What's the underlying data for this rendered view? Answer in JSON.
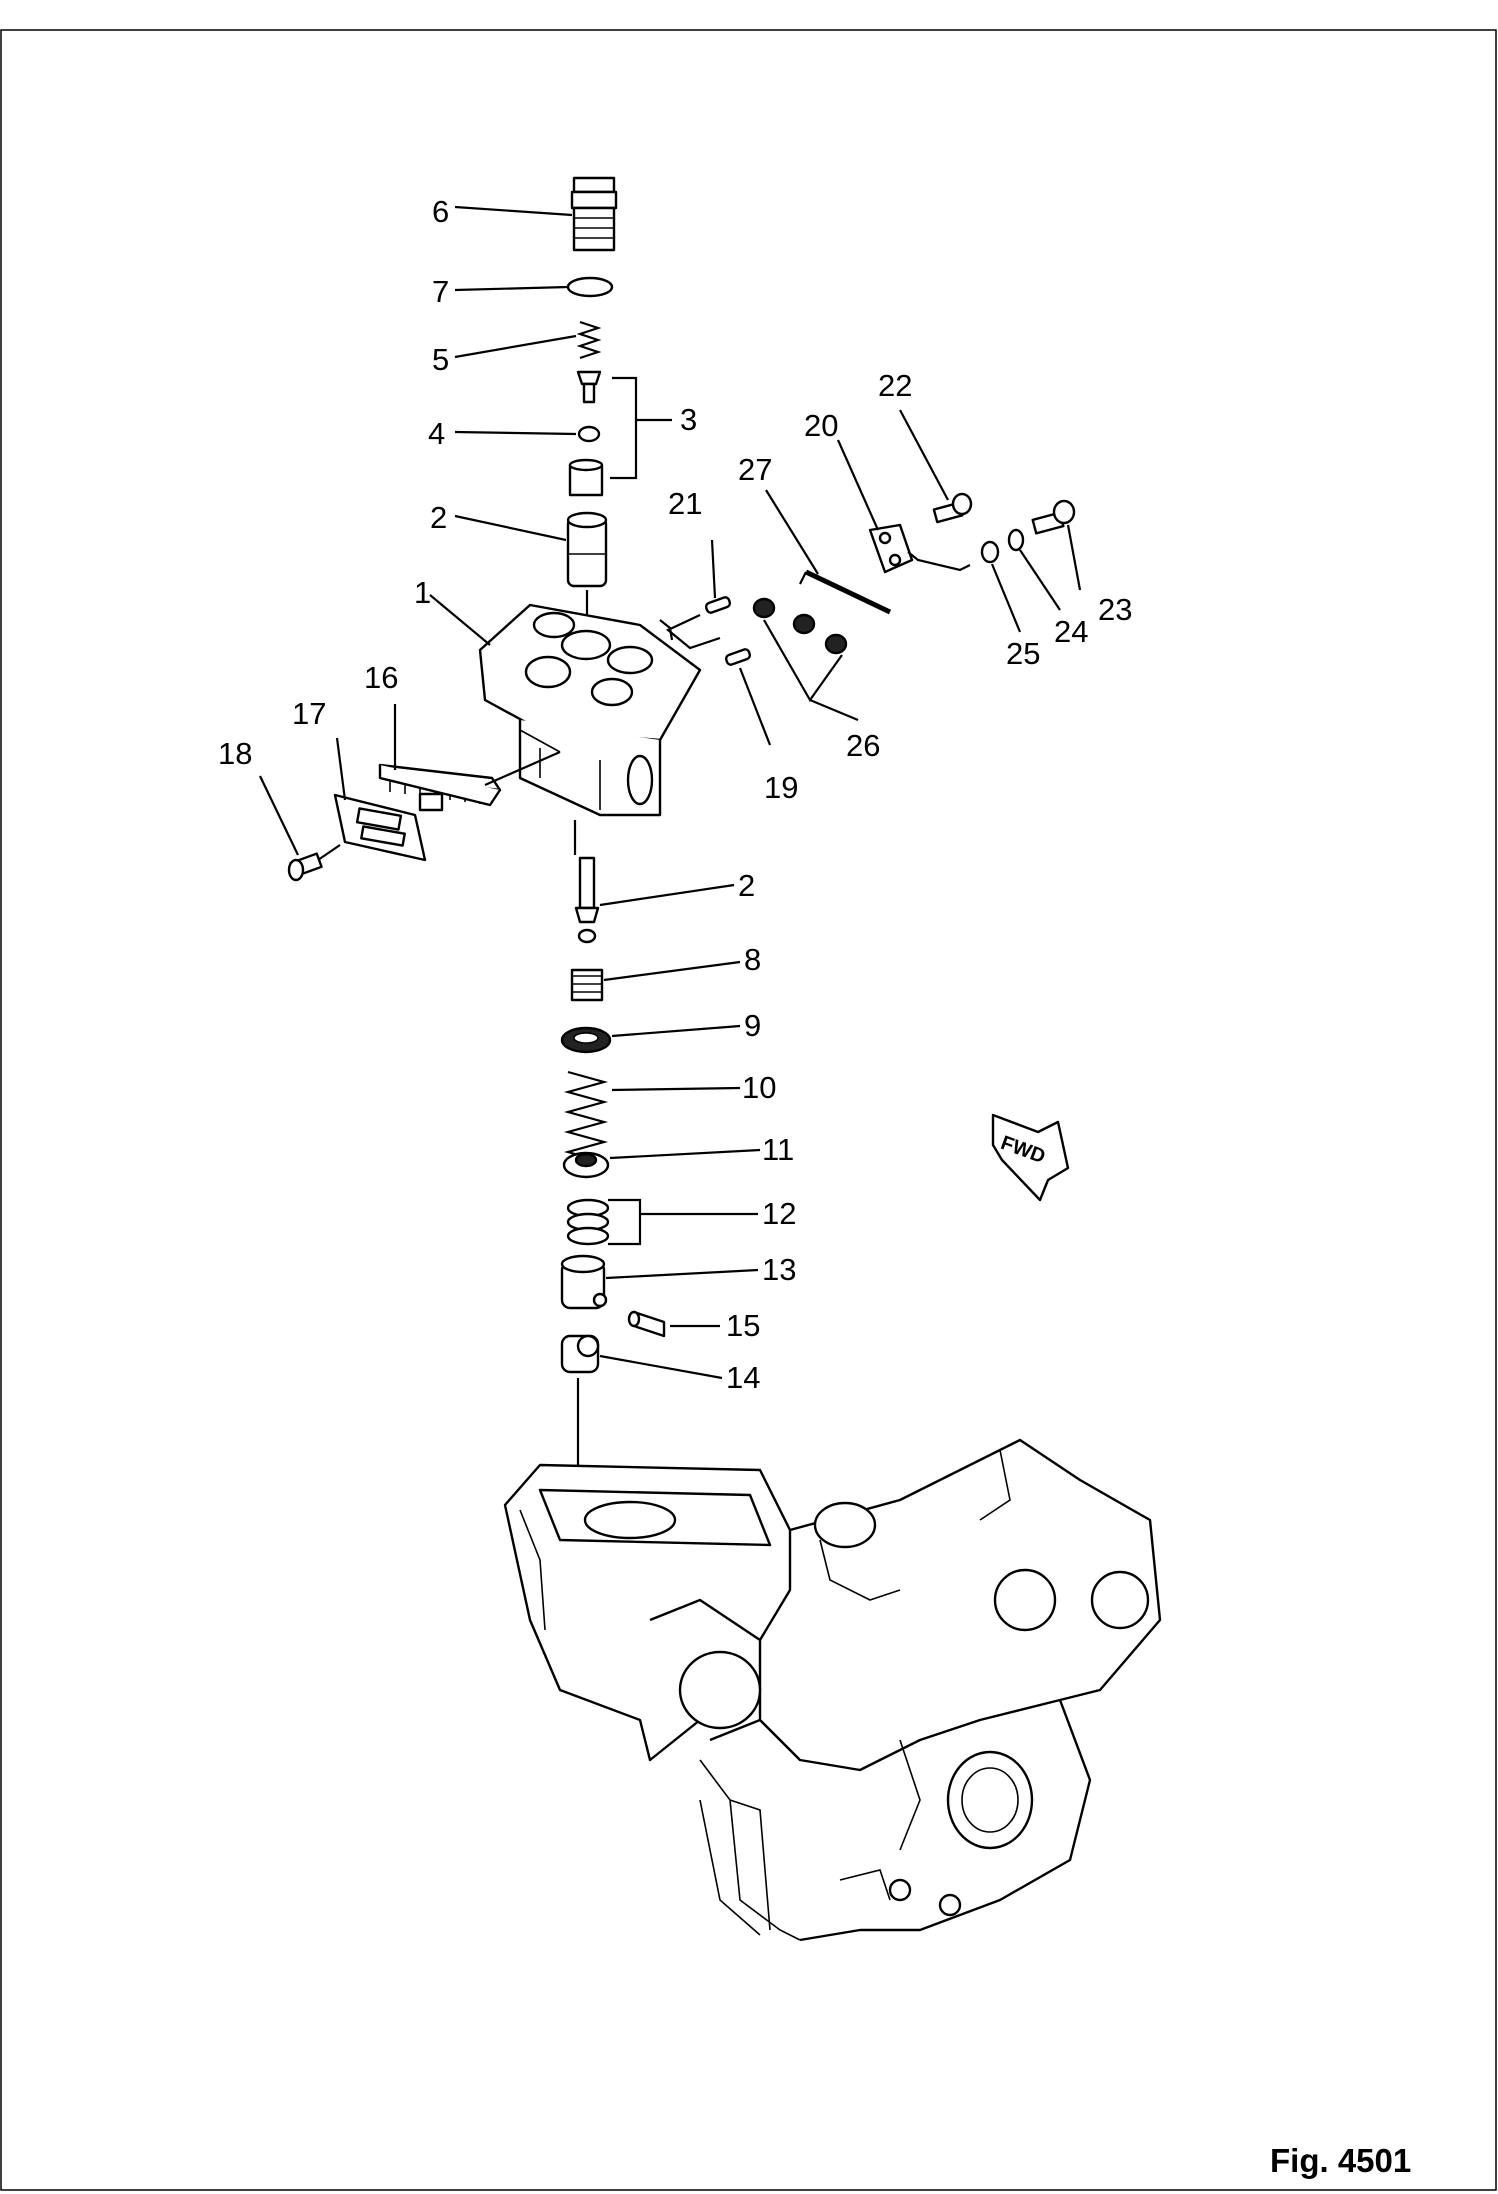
{
  "figure_label": "Fig. 4501",
  "direction_marker": "FWD",
  "callouts": {
    "c1": "1",
    "c2a": "2",
    "c2b": "2",
    "c3": "3",
    "c4": "4",
    "c5": "5",
    "c6": "6",
    "c7": "7",
    "c8": "8",
    "c9": "9",
    "c10": "10",
    "c11": "11",
    "c12": "12",
    "c13": "13",
    "c14": "14",
    "c15": "15",
    "c16": "16",
    "c17": "17",
    "c18": "18",
    "c19": "19",
    "c20": "20",
    "c21": "21",
    "c22": "22",
    "c23": "23",
    "c24": "24",
    "c25": "25",
    "c26": "26",
    "c27": "27"
  }
}
